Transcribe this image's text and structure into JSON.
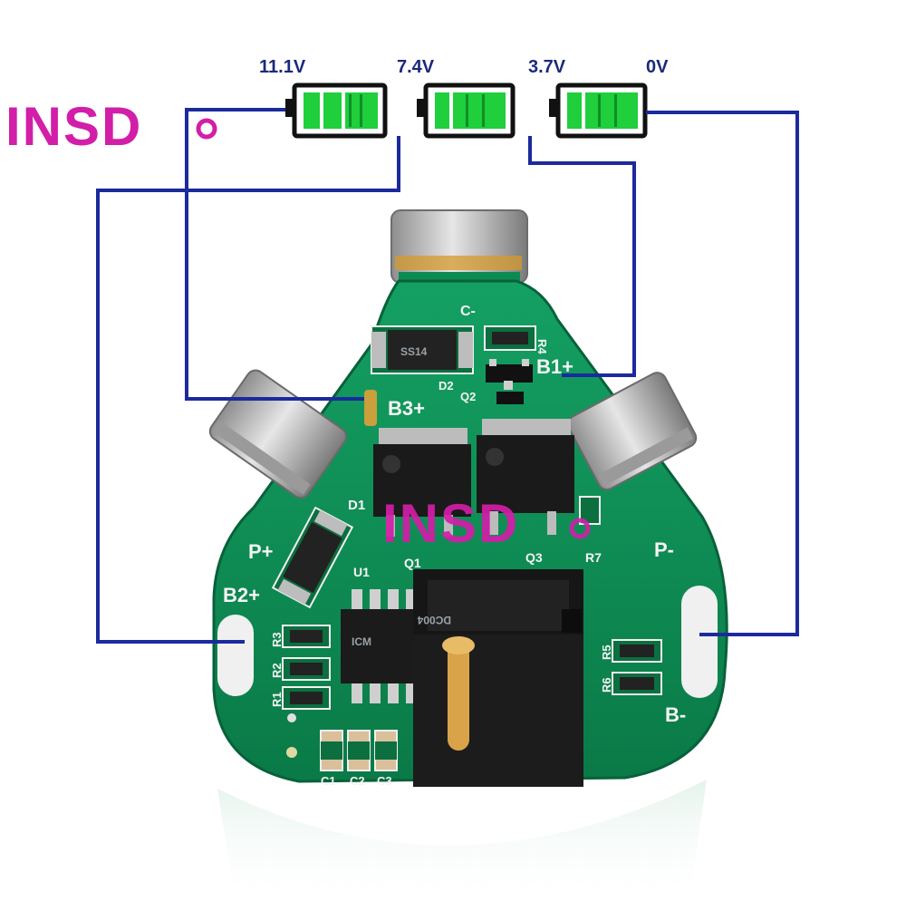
{
  "watermark": {
    "text": "INSD",
    "color": "#d21ea8"
  },
  "cells": [
    {
      "voltage": "11.1V"
    },
    {
      "voltage": "7.4V"
    },
    {
      "voltage": "3.7V"
    },
    {
      "voltage": "0V"
    }
  ],
  "colors": {
    "wire": "#1b2a9c",
    "pcb": "#0e8a52",
    "battery_fill": "#1fcf3c",
    "tab": "#b9b9b9"
  },
  "pcb_labels": {
    "c_minus": "C-",
    "d2": "D2",
    "r4": "R4",
    "ss14": "SS14",
    "b1_plus": "B1+",
    "q2": "Q2",
    "b3_plus": "B3+",
    "d1": "D1",
    "p_plus": "P+",
    "p_minus": "P-",
    "u1": "U1",
    "q1": "Q1",
    "q3": "Q3",
    "r7": "R7",
    "b2_plus": "B2+",
    "r3": "R3",
    "r2": "R2",
    "r1": "R1",
    "icm": "ICM",
    "dc004": "DC004",
    "r5": "R5",
    "r6": "R6",
    "b_minus": "B-",
    "c1": "C1",
    "c2": "C2",
    "c3": "C3"
  }
}
